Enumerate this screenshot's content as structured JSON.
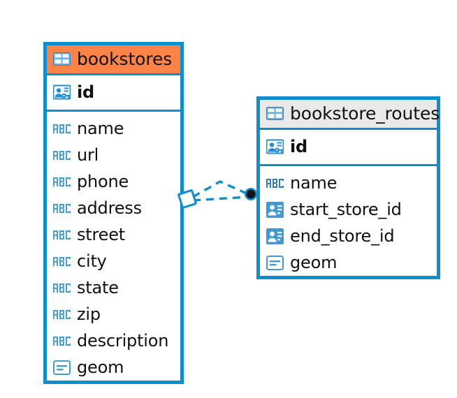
{
  "diagram": {
    "type": "entity-relationship-diagram",
    "background_color": "#ffffff",
    "accent_color": "#0d8ecf",
    "highlight_color": "#fd8446",
    "header_gray": "#e9e9e9"
  },
  "entities": [
    {
      "name": "bookstores",
      "title": "bookstores",
      "header_style": "accent-orange",
      "header_icon": "table-icon",
      "primary_key": {
        "label": "id",
        "icon": "primary-key-icon"
      },
      "fields": [
        {
          "label": "name",
          "icon": "abc-text-icon"
        },
        {
          "label": "url",
          "icon": "abc-text-icon"
        },
        {
          "label": "phone",
          "icon": "abc-text-icon"
        },
        {
          "label": "address",
          "icon": "abc-text-icon"
        },
        {
          "label": "street",
          "icon": "abc-text-icon"
        },
        {
          "label": "city",
          "icon": "abc-text-icon"
        },
        {
          "label": "state",
          "icon": "abc-text-icon"
        },
        {
          "label": "zip",
          "icon": "abc-text-icon"
        },
        {
          "label": "description",
          "icon": "abc-text-icon"
        },
        {
          "label": "geom",
          "icon": "geometry-icon"
        }
      ]
    },
    {
      "name": "bookstore_routes",
      "title": "bookstore_routes",
      "header_style": "accent-gray",
      "header_icon": "table-icon",
      "primary_key": {
        "label": "id",
        "icon": "primary-key-icon"
      },
      "fields": [
        {
          "label": "name",
          "icon": "abc-text-icon"
        },
        {
          "label": "start_store_id",
          "icon": "foreign-key-icon"
        },
        {
          "label": "end_store_id",
          "icon": "foreign-key-icon"
        },
        {
          "label": "geom",
          "icon": "geometry-icon"
        }
      ]
    }
  ],
  "relationship": {
    "from_entity": "bookstores",
    "to_entity": "bookstore_routes",
    "line_style": "dashed",
    "source_marker": "diamond-outline",
    "target_marker": "filled-circle",
    "line_color": "#0d8ecf",
    "target_marker_color": "#111111"
  }
}
